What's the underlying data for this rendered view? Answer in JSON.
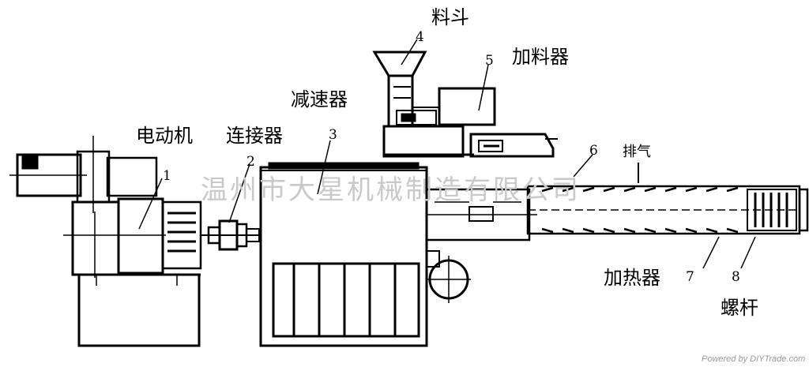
{
  "labels": {
    "motor": "电动机",
    "coupling": "连接器",
    "reducer": "减速器",
    "hopper": "料斗",
    "feeder": "加料器",
    "vent": "排气",
    "heater": "加热器",
    "screw": "螺杆"
  },
  "numbers": {
    "n1": "1",
    "n2": "2",
    "n3": "3",
    "n4": "4",
    "n5": "5",
    "n6": "6",
    "n7": "7",
    "n8": "8"
  },
  "watermark": "温州市大星机械制造有限公司",
  "credit": "Powered by DIYTrade.com"
}
